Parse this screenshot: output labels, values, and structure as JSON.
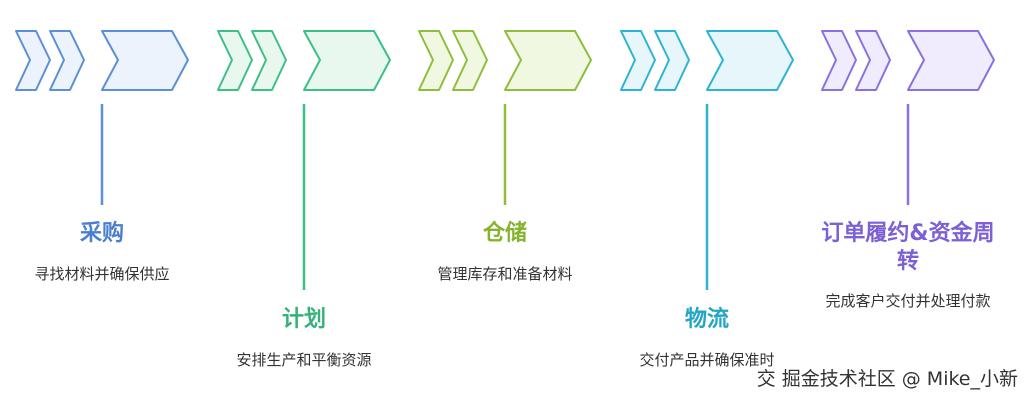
{
  "stages": [
    {
      "label": "采购",
      "desc": "寻找材料并确保供应",
      "stroke": "#5b8fd6",
      "fill": "#edf3fc",
      "label_color": "#4a7fcf"
    },
    {
      "label": "计划",
      "desc": "安排生产和平衡资源",
      "stroke": "#3dbf86",
      "fill": "#e8f8ef",
      "label_color": "#34b27a"
    },
    {
      "label": "仓储",
      "desc": "管理库存和准备材料",
      "stroke": "#8fbe3c",
      "fill": "#f1f8e2",
      "label_color": "#86b32e"
    },
    {
      "label": "物流",
      "desc": "交付产品并确保准时",
      "stroke": "#2eb3d4",
      "fill": "#e6f6fb",
      "label_color": "#22a6c8"
    },
    {
      "label": "订单履约&资金周转",
      "desc": "完成客户交付并处理付款",
      "stroke": "#8c6fe0",
      "fill": "#f1ecfd",
      "label_color": "#7d5fd6"
    }
  ],
  "watermark": "交 掘金技术社区 @ Mike_小新"
}
